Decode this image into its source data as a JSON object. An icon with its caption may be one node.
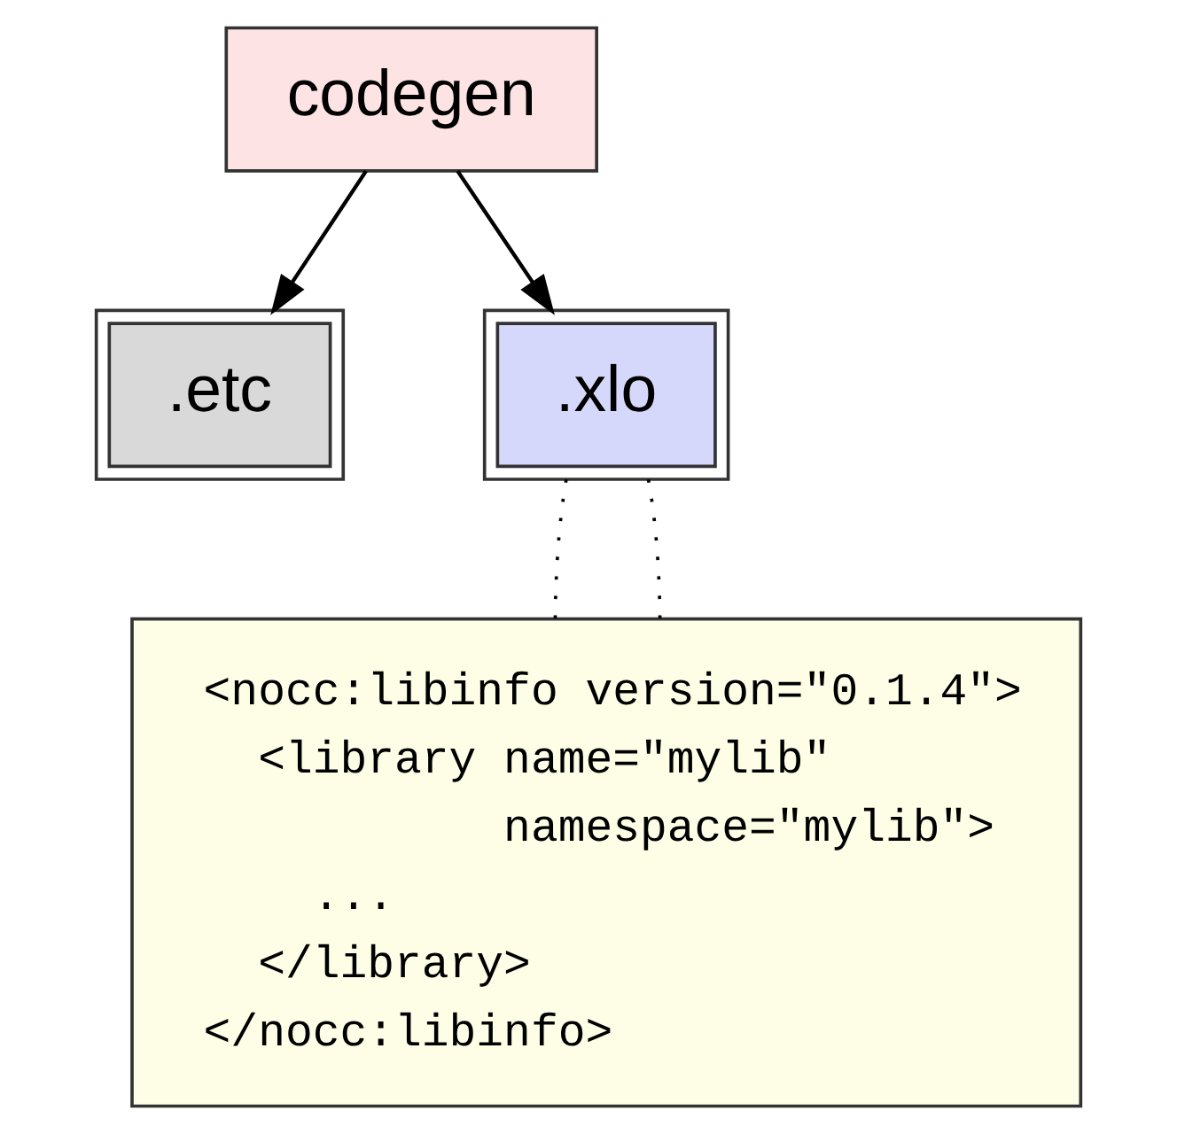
{
  "diagram": {
    "nodes": [
      {
        "text": [
          "codegen"
        ]
      },
      {
        "text": [
          ".etc"
        ]
      },
      {
        "text": [
          ".xlo"
        ]
      },
      {
        "text": [
          "<nocc:libinfo version=\"0.1.4\">",
          "<library name=\"mylib\"",
          "namespace=\"mylib\">",
          "...",
          "</library>",
          "</nocc:libinfo>"
        ]
      }
    ],
    "edges": [
      {
        "from": 0,
        "to": 1,
        "arrow": "to"
      },
      {
        "from": 0,
        "to": 2,
        "arrow": "to"
      },
      {
        "from": 2,
        "to": 3,
        "arrow": "none",
        "style": "dashed"
      },
      {
        "from": 2,
        "to": 3,
        "arrow": "none",
        "style": "dashed"
      }
    ]
  }
}
